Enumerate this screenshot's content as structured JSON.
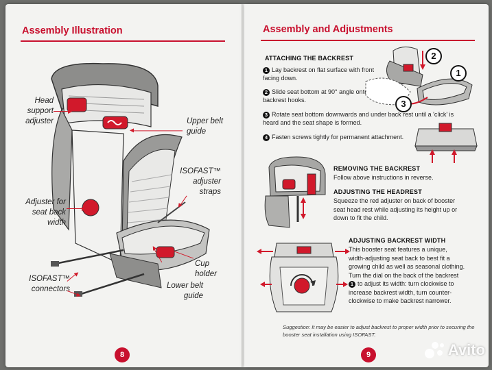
{
  "left_page": {
    "title": "Assembly Illustration",
    "page_number": "8",
    "callouts": {
      "head_support_adjuster": "Head support adjuster",
      "upper_belt_guide": "Upper belt guide",
      "isofast_adjuster_straps": "ISOFAST™ adjuster straps",
      "adjuster_seat_back_width": "Adjuster for seat back width",
      "cup_holder": "Cup holder",
      "isofast_connectors": "ISOFAST™ connectors",
      "lower_belt_guide": "Lower belt guide"
    }
  },
  "right_page": {
    "title": "Assembly and Adjustments",
    "page_number": "9",
    "attaching": {
      "heading": "ATTACHING THE BACKREST",
      "steps": [
        {
          "num": "1",
          "text": "Lay backrest on flat surface with front facing down."
        },
        {
          "num": "2",
          "text": "Slide seat bottom at 90° angle onto backrest hooks."
        },
        {
          "num": "3",
          "text": "Rotate seat bottom downwards and under back rest until a 'click' is heard and the seat shape is formed."
        },
        {
          "num": "4",
          "text": "Fasten screws tightly for permanent attachment."
        }
      ]
    },
    "removing": {
      "heading": "REMOVING THE BACKREST",
      "text": "Follow above instructions in reverse."
    },
    "headrest": {
      "heading": "ADJUSTING THE HEADREST",
      "text": "Squeeze the red adjuster on back of booster seat head rest while adjusting its height up or down to fit the child."
    },
    "width": {
      "heading": "ADJUSTING BACKREST WIDTH",
      "text_before": "This booster seat features a unique, width-adjusting seat back to best fit a growing child as well as seasonal clothing. Turn the dial on the back of the backrest",
      "badge": "1",
      "text_after": "to adjust its width: turn clockwise to increase backrest width, turn counter-clockwise to make backrest narrower."
    },
    "suggestion": "Suggestion: It may be easier to adjust backrest to proper width prior to securing the booster seat installation using ISOFAST.",
    "diagram_badges": [
      "1",
      "2",
      "3"
    ]
  },
  "watermark": "Avito",
  "colors": {
    "accent": "#c8102e",
    "paper": "#f3f3f1",
    "seat_grey": "#8a8a88"
  }
}
